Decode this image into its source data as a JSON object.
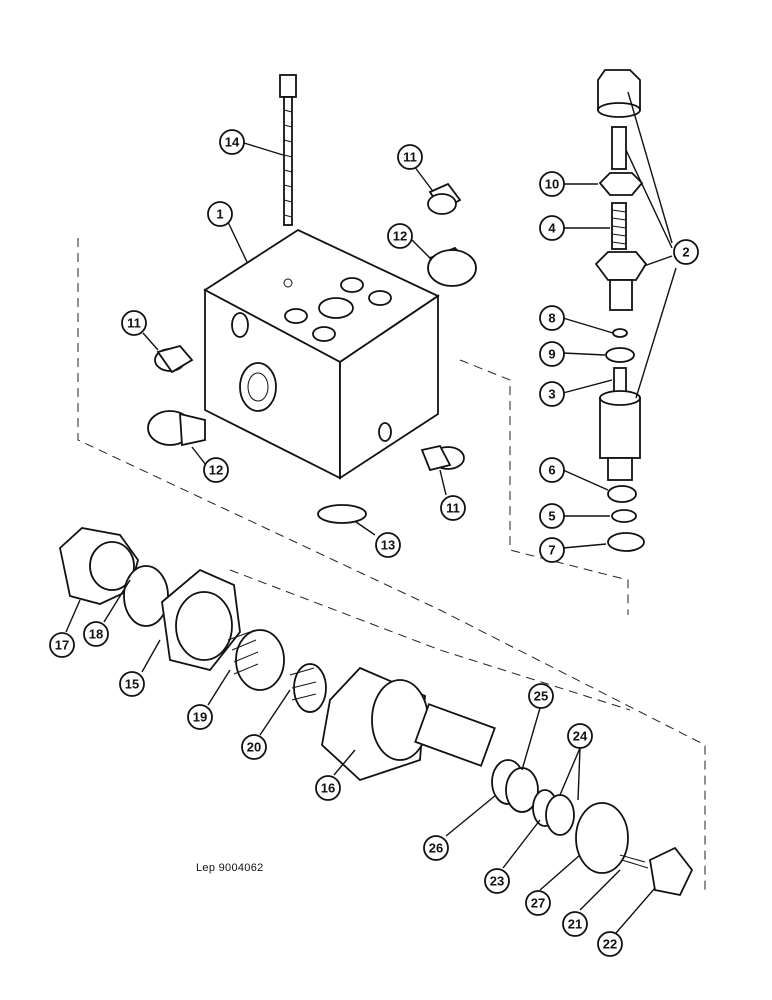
{
  "reference": "Lep 9004062",
  "callouts": [
    "1",
    "2",
    "3",
    "4",
    "5",
    "6",
    "7",
    "8",
    "9",
    "10",
    "11",
    "11",
    "11",
    "12",
    "12",
    "13",
    "14",
    "15",
    "16",
    "17",
    "18",
    "19",
    "20",
    "21",
    "22",
    "23",
    "24",
    "25",
    "26",
    "27"
  ]
}
